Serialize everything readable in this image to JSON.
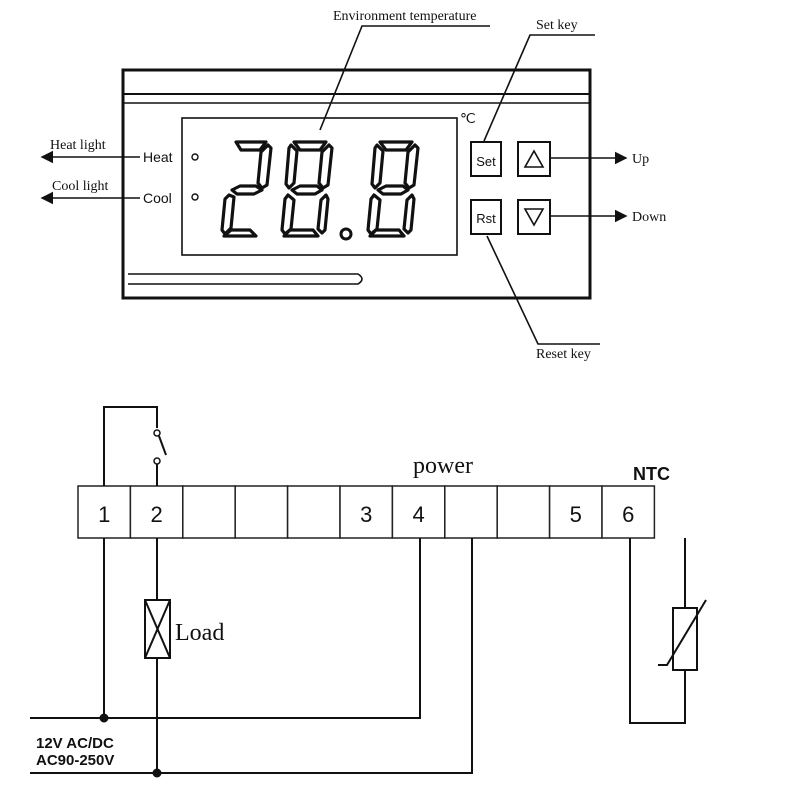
{
  "thermostat": {
    "callouts": {
      "environment_temperature": "Environment temperature",
      "set_key": "Set key",
      "heat_light": "Heat light",
      "cool_light": "Cool light",
      "up": "Up",
      "down": "Down",
      "reset_key": "Reset key"
    },
    "panel": {
      "heat_label": "Heat",
      "cool_label": "Cool",
      "unit": "℃",
      "display_value": "28.8"
    },
    "keys": {
      "set": "Set",
      "rst": "Rst",
      "up_icon": "triangle-up-icon",
      "down_icon": "triangle-down-icon"
    }
  },
  "wiring": {
    "power_label": "power",
    "ntc_label": "NTC",
    "load_label": "Load",
    "supply_line1": "12V AC/DC",
    "supply_line2": "AC90-250V",
    "terminals": [
      "1",
      "2",
      "",
      "",
      "",
      "3",
      "4",
      "",
      "",
      "5",
      "6"
    ]
  }
}
